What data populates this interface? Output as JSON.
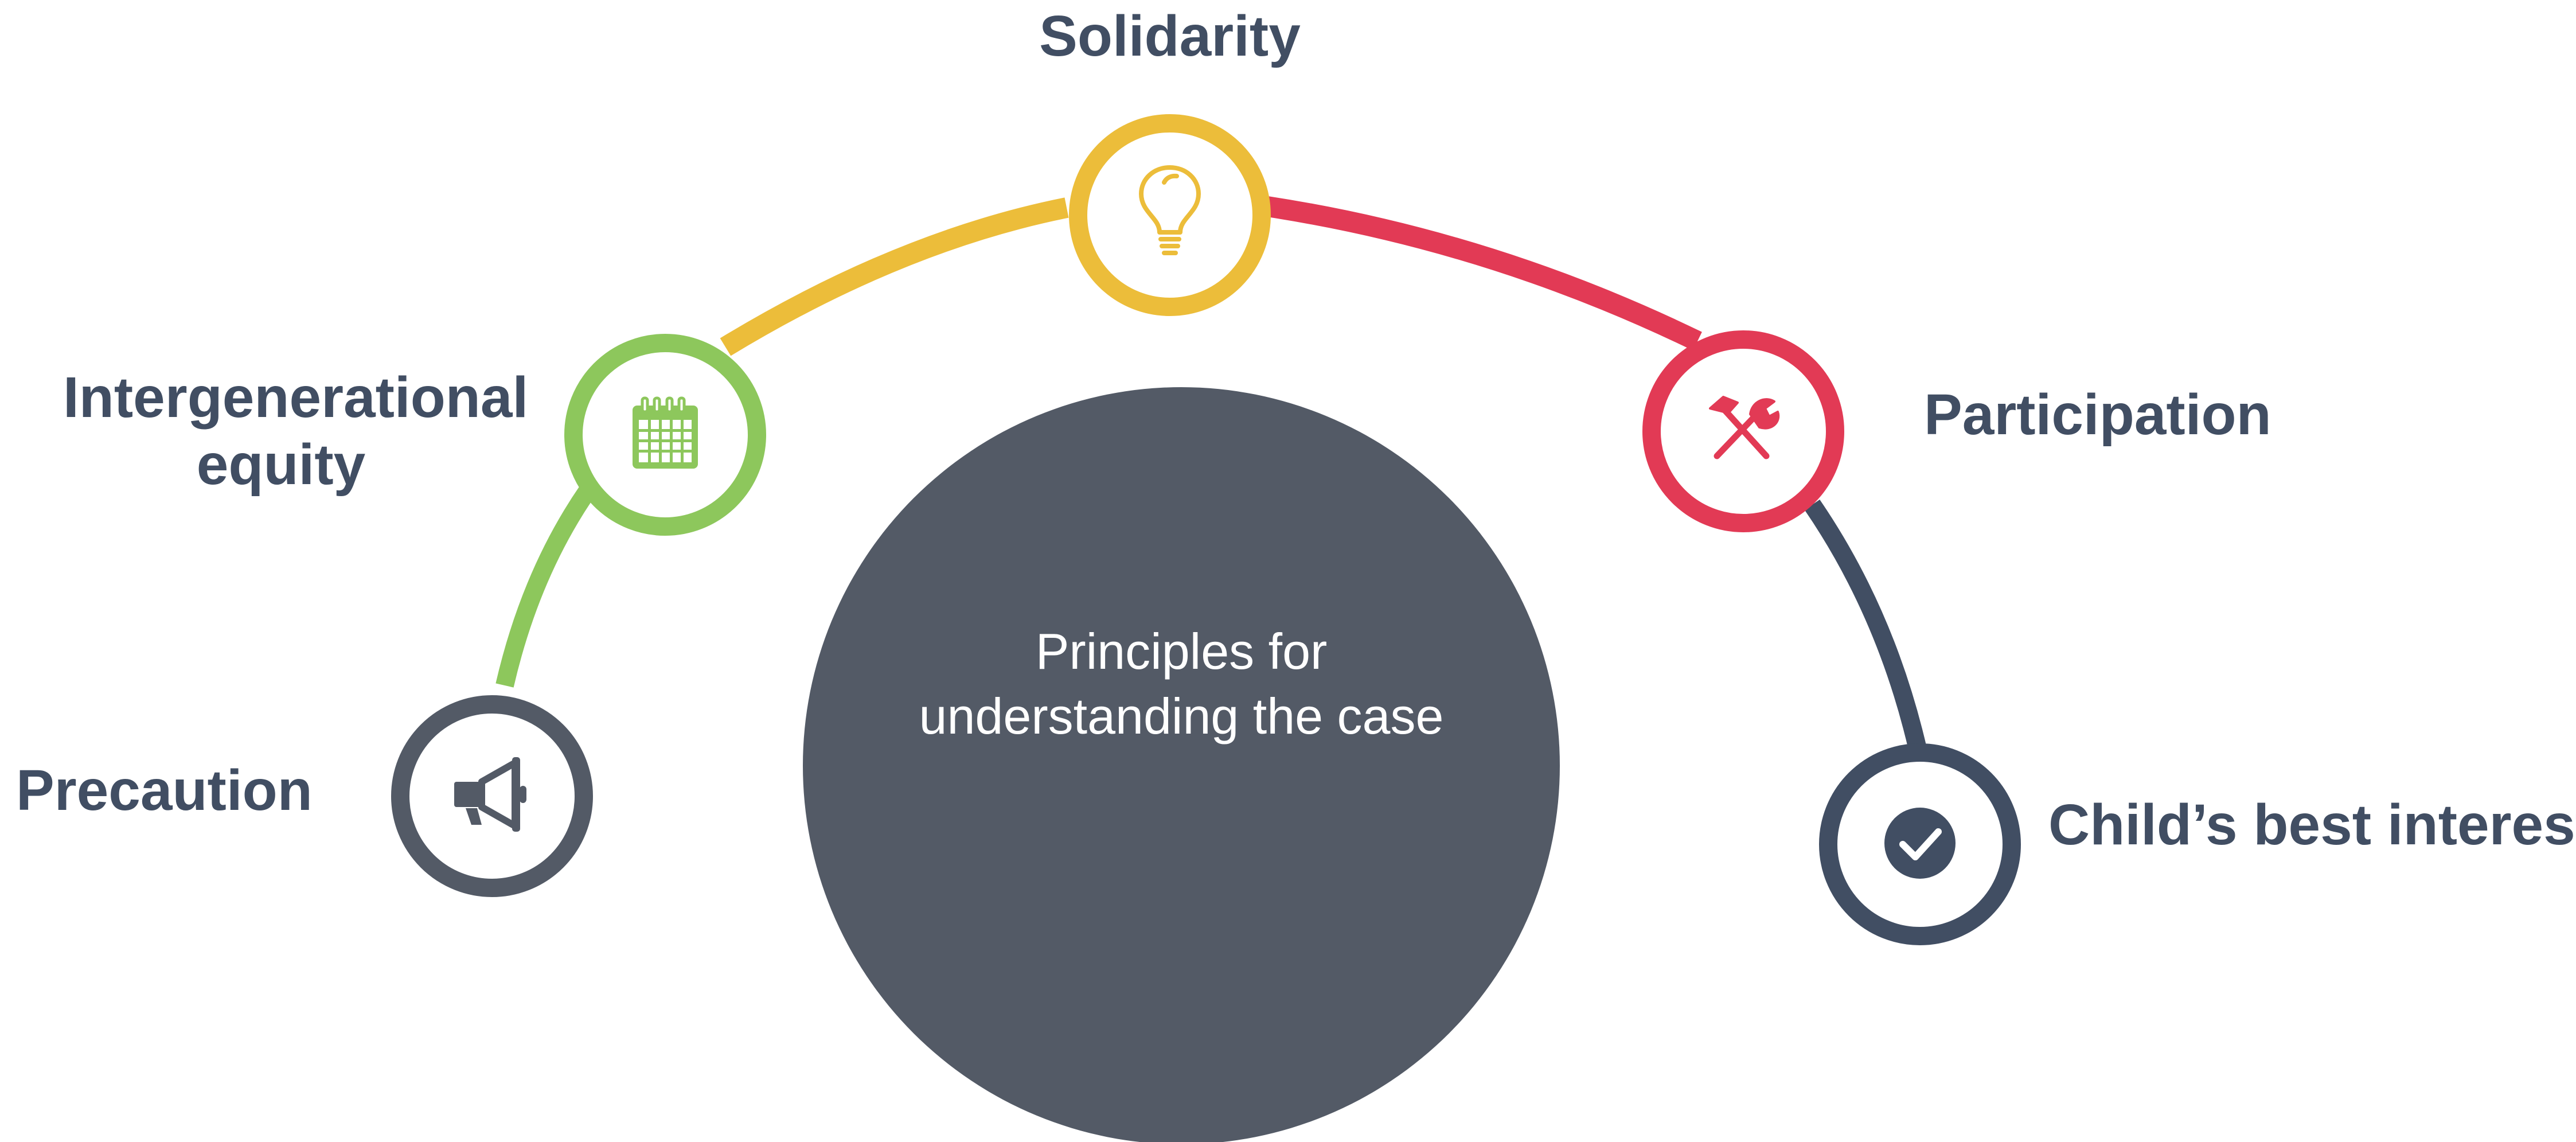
{
  "center": {
    "text": "Principles for\nunderstanding the case",
    "color": "#535a66"
  },
  "nodes": [
    {
      "key": "precaution",
      "label": "Precaution",
      "icon": "megaphone-icon",
      "color": "#535a66"
    },
    {
      "key": "intergenerational-equity",
      "label": "Intergenerational\nequity",
      "icon": "calendar-icon",
      "color": "#8dc75c"
    },
    {
      "key": "solidarity",
      "label": "Solidarity",
      "icon": "lightbulb-icon",
      "color": "#ecbd3a"
    },
    {
      "key": "participation",
      "label": "Participation",
      "icon": "tools-icon",
      "color": "#e23a55"
    },
    {
      "key": "childs-best-interest",
      "label": "Child’s best interest",
      "icon": "checkmark-icon",
      "color": "#414e63"
    }
  ],
  "colors": {
    "label_text": "#414e63",
    "background": "#ffffff"
  }
}
